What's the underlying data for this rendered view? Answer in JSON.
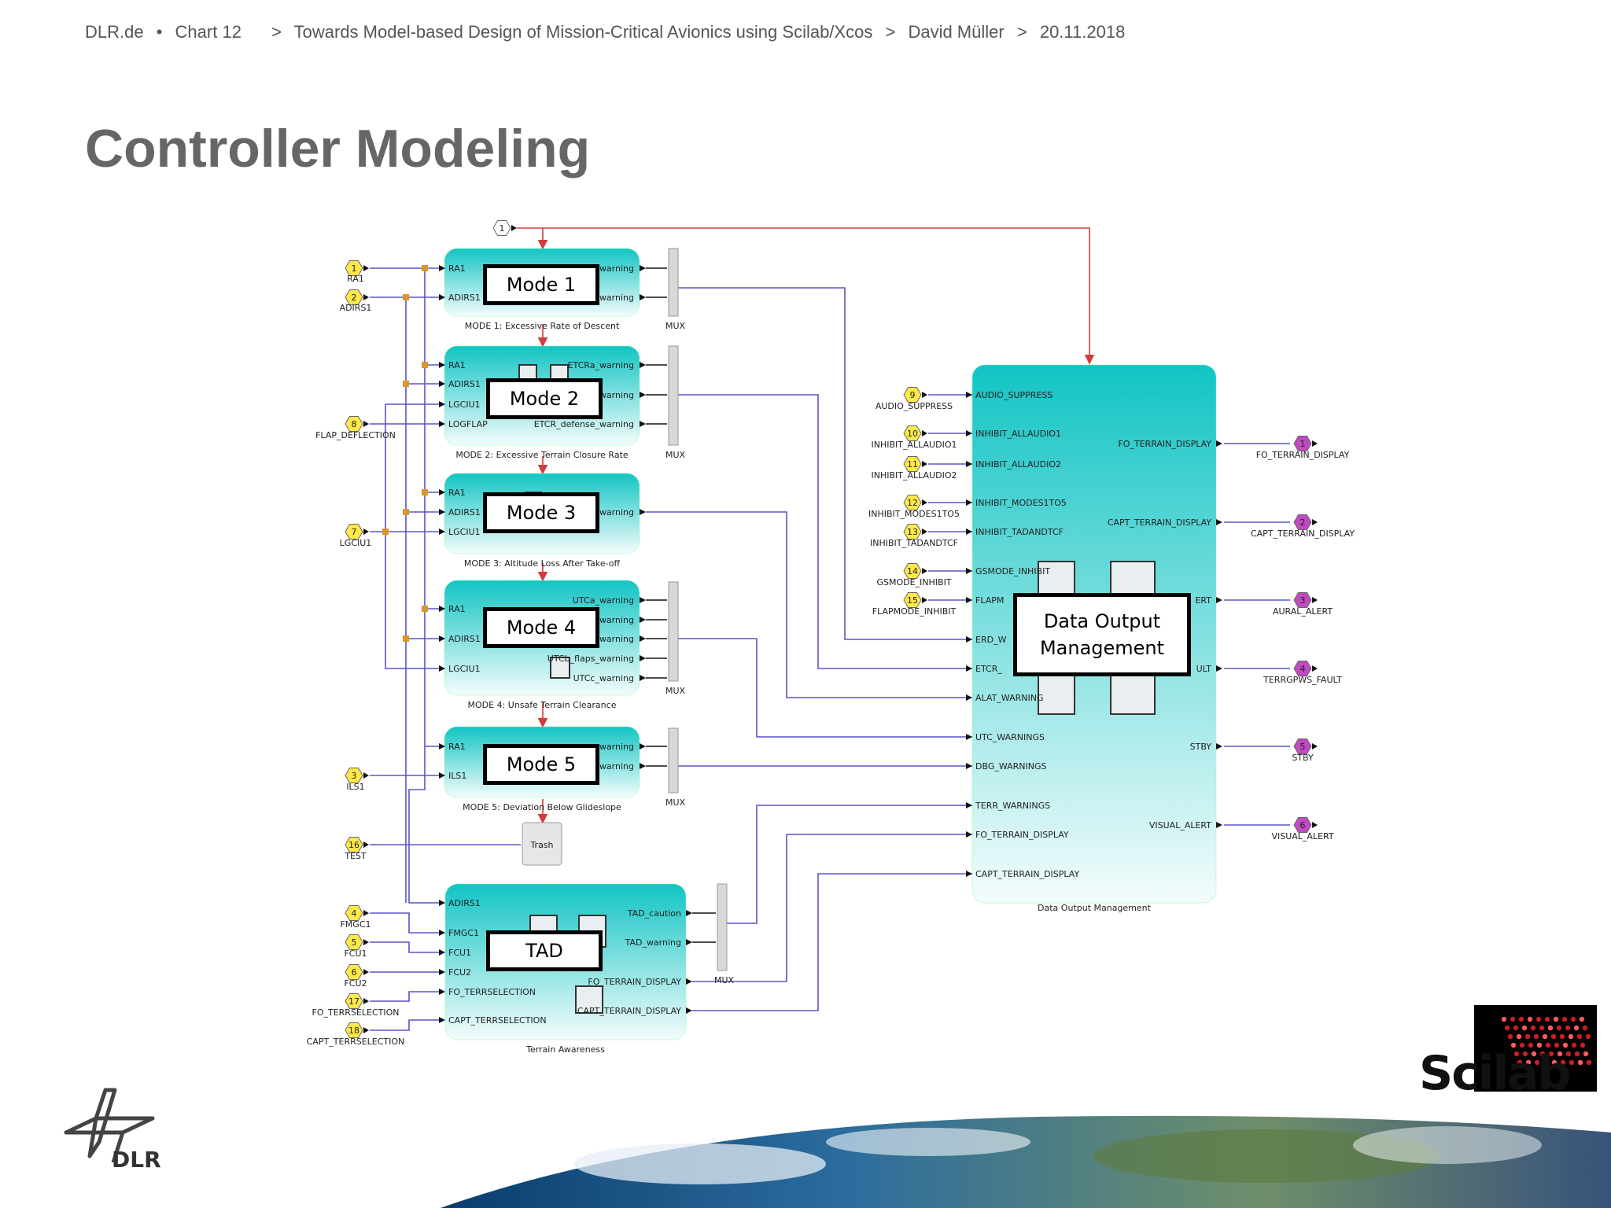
{
  "header": {
    "site": "DLR.de",
    "bullet": "•",
    "chart": "Chart 12",
    "sep": ">",
    "talk": "Towards Model-based Design of Mission-Critical Avionics using Scilab/Xcos",
    "author": "David Müller",
    "date": "20.11.2018"
  },
  "title": "Controller Modeling",
  "labels": {
    "mode1": "Mode 1",
    "mode2": "Mode 2",
    "mode3": "Mode 3",
    "mode4": "Mode 4",
    "mode5": "Mode 5",
    "tad": "TAD",
    "dom": "Data Output\nManagement"
  },
  "diagram": {
    "clock": "1",
    "inputs": [
      {
        "num": "1",
        "name": "RA1"
      },
      {
        "num": "2",
        "name": "ADIRS1"
      },
      {
        "num": "8",
        "name": "FLAP_DEFLECTION"
      },
      {
        "num": "7",
        "name": "LGCIU1"
      },
      {
        "num": "3",
        "name": "ILS1"
      },
      {
        "num": "16",
        "name": "TEST"
      },
      {
        "num": "4",
        "name": "FMGC1"
      },
      {
        "num": "5",
        "name": "FCU1"
      },
      {
        "num": "6",
        "name": "FCU2"
      },
      {
        "num": "17",
        "name": "FO_TERRSELECTION"
      },
      {
        "num": "18",
        "name": "CAPT_TERRSELECTION"
      }
    ],
    "dom_inputs": [
      {
        "num": "9",
        "name": "AUDIO_SUPPRESS"
      },
      {
        "num": "10",
        "name": "INHIBIT_ALLAUDIO1"
      },
      {
        "num": "11",
        "name": "INHIBIT_ALLAUDIO2"
      },
      {
        "num": "12",
        "name": "INHIBIT_MODES1TO5"
      },
      {
        "num": "13",
        "name": "INHIBIT_TADANDTCF"
      },
      {
        "num": "14",
        "name": "GSMODE_INHIBIT"
      },
      {
        "num": "15",
        "name": "FLAPMODE_INHIBIT"
      }
    ],
    "outputs": [
      {
        "num": "1",
        "name": "FO_TERRAIN_DISPLAY"
      },
      {
        "num": "2",
        "name": "CAPT_TERRAIN_DISPLAY"
      },
      {
        "num": "3",
        "name": "AURAL_ALERT"
      },
      {
        "num": "4",
        "name": "TERRGPWS_FAULT"
      },
      {
        "num": "5",
        "name": "STBY"
      },
      {
        "num": "6",
        "name": "VISUAL_ALERT"
      }
    ],
    "mode1": {
      "ports_in": [
        "RA1",
        "ADIRS1"
      ],
      "ports_out": [
        "warning",
        "warning"
      ],
      "caption": "MODE 1: Excessive Rate of Descent"
    },
    "mode2": {
      "ports_in": [
        "RA1",
        "ADIRS1",
        "LGCIU1",
        "LOGFLAP"
      ],
      "ports_out": [
        "ETCRa_warning",
        "warning",
        "ETCR_defense_warning"
      ],
      "caption": "MODE 2: Excessive Terrain Closure Rate"
    },
    "mode3": {
      "ports_in": [
        "RA1",
        "ADIRS1",
        "LGCIU1"
      ],
      "ports_out": [
        "warning"
      ],
      "caption": "MODE 3: Altitude Loss After Take-off"
    },
    "mode4": {
      "ports_in": [
        "RA1",
        "ADIRS1",
        "LGCIU1"
      ],
      "ports_out": [
        "UTCa_warning",
        "warning",
        "warning",
        "UTCb_flaps_warning",
        "UTCc_warning"
      ],
      "caption": "MODE 4: Unsafe Terrain Clearance"
    },
    "mode5": {
      "ports_in": [
        "RA1",
        "ILS1"
      ],
      "ports_out": [
        "warning",
        "warning"
      ],
      "caption": "MODE 5: Deviation Below Glideslope"
    },
    "trash": "Trash",
    "tad": {
      "ports_in": [
        "ADIRS1",
        "FMGC1",
        "FCU1",
        "FCU2",
        "FO_TERRSELECTION",
        "CAPT_TERRSELECTION"
      ],
      "ports_out": [
        "TAD_caution",
        "TAD_warning",
        "FO_TERRAIN_DISPLAY",
        "CAPT_TERRAIN_DISPLAY"
      ],
      "caption": "Terrain Awareness"
    },
    "dom": {
      "ports_in": [
        "AUDIO_SUPPRESS",
        "INHIBIT_ALLAUDIO1",
        "INHIBIT_ALLAUDIO2",
        "INHIBIT_MODES1TO5",
        "INHIBIT_TADANDTCF",
        "GSMODE_INHIBIT",
        "FLAPM",
        "ERD_W",
        "ETCR_",
        "ALAT_WARNING",
        "UTC_WARNINGS",
        "DBG_WARNINGS",
        "TERR_WARNINGS",
        "FO_TERRAIN_DISPLAY",
        "CAPT_TERRAIN_DISPLAY"
      ],
      "ports_out": [
        "FO_TERRAIN_DISPLAY",
        "CAPT_TERRAIN_DISPLAY",
        "ERT",
        "ULT",
        "STBY",
        "VISUAL_ALERT"
      ],
      "caption": "Data Output Management"
    },
    "mux": "MUX"
  },
  "logos": {
    "dlr": "DLR",
    "scilab": "Scilab"
  },
  "colors": {
    "block_top": "#1cc6c6",
    "block_bottom": "#f2fbfb",
    "signal": "#5a55c8",
    "event": "#d23c3c",
    "input_port": "#ffe84a",
    "output_port": "#c04ac0"
  }
}
